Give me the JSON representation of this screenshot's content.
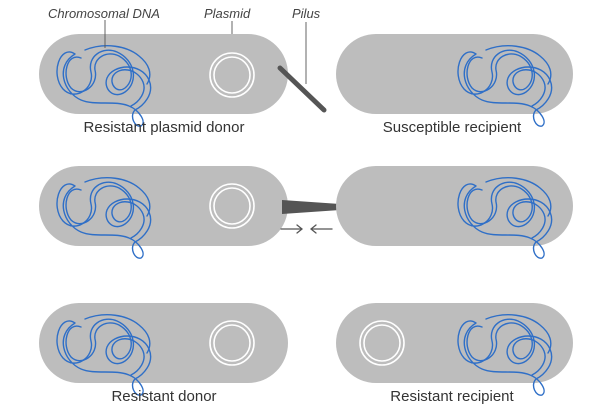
{
  "callouts": {
    "chromosomal_dna": "Chromosomal DNA",
    "plasmid": "Plasmid",
    "pilus": "Pilus"
  },
  "captions": {
    "donor_1": "Resistant plasmid donor",
    "recipient_1": "Susceptible recipient",
    "donor_3": "Resistant donor",
    "recipient_3": "Resistant recipient"
  },
  "colors": {
    "cell": "#bdbdbd",
    "dna": "#2f6fc7",
    "plasmid": "#ffffff",
    "pilus": "#555555"
  }
}
